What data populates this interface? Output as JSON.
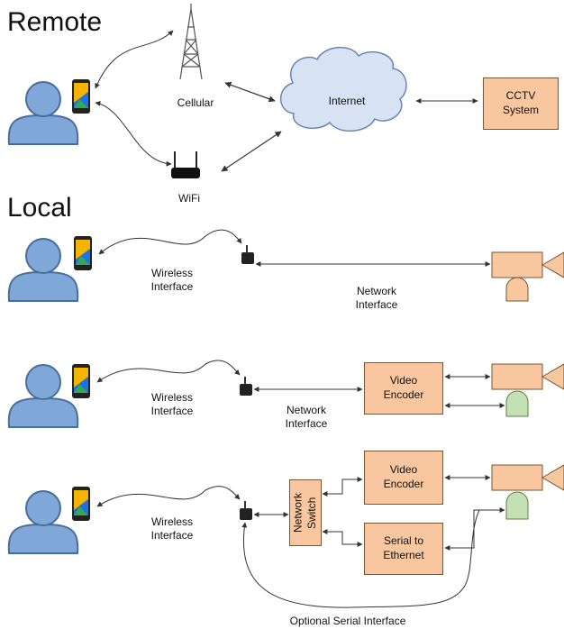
{
  "sections": {
    "remote": "Remote",
    "local": "Local"
  },
  "remote": {
    "cellular": "Cellular",
    "wifi": "WiFi",
    "internet": "Internet",
    "cctv": "CCTV\nSystem"
  },
  "scenario1": {
    "wireless": "Wireless\nInterface",
    "network": "Network\nInterface"
  },
  "scenario2": {
    "wireless": "Wireless\nInterface",
    "network": "Network\nInterface",
    "encoder": "Video\nEncoder"
  },
  "scenario3": {
    "wireless": "Wireless\nInterface",
    "switch": "Network\nSwitch",
    "encoder": "Video\nEncoder",
    "serial": "Serial to\nEthernet",
    "optional": "Optional Serial Interface"
  },
  "colors": {
    "person": "#7fa7d8",
    "device_box": "#f8c7a0",
    "cloud": "#d7e3f3",
    "camera_dome": "#c5e0b3",
    "tower": "#555555"
  }
}
